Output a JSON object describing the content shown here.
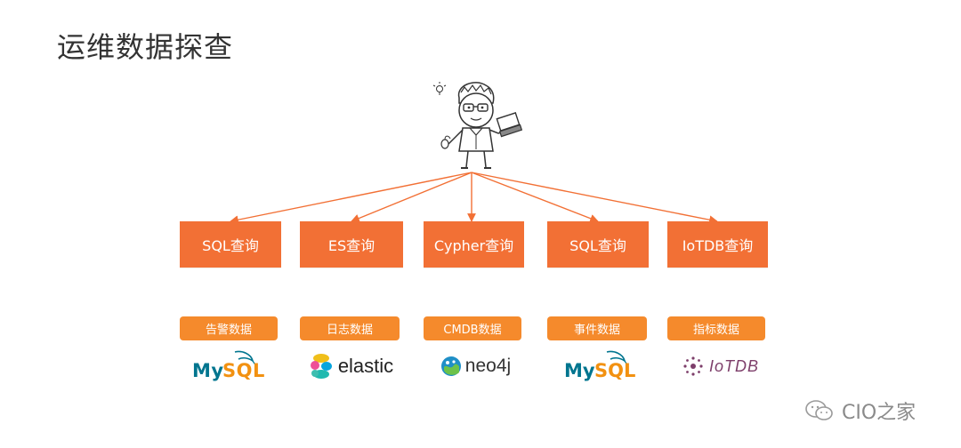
{
  "title": "运维数据探查",
  "queries": [
    {
      "label": "SQL查询",
      "data_label": "告警数据",
      "logo": "mysql-logo"
    },
    {
      "label": "ES查询",
      "data_label": "日志数据",
      "logo": "elastic-logo"
    },
    {
      "label": "Cypher查询",
      "data_label": "CMDB数据",
      "logo": "neo4j-logo"
    },
    {
      "label": "SQL查询",
      "data_label": "事件数据",
      "logo": "mysql-logo"
    },
    {
      "label": "IoTDB查询",
      "data_label": "指标数据",
      "logo": "iotdb-logo"
    }
  ],
  "logos": {
    "mysql_a": "My",
    "mysql_b": "SQL",
    "elastic": "elastic",
    "neo4j": "neo4j",
    "iotdb": "IoTDB"
  },
  "watermark": "CIO之家",
  "colors": {
    "query_box": "#F27035",
    "data_box": "#F58A2C",
    "arrow": "#F27035"
  }
}
